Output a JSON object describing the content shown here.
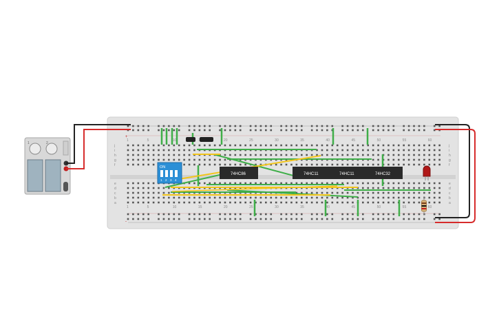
{
  "breadboard": {
    "column_numbers_top": [
      "1",
      "5",
      "10",
      "15",
      "20",
      "25",
      "30",
      "35",
      "40",
      "45",
      "50",
      "55",
      "60"
    ],
    "column_numbers_bottom": [
      "1",
      "5",
      "10",
      "15",
      "20",
      "25",
      "30",
      "35",
      "40",
      "45",
      "50",
      "55",
      "60"
    ],
    "row_letters_top": [
      "j",
      "i",
      "h",
      "g",
      "f"
    ],
    "row_letters_bottom": [
      "e",
      "d",
      "c",
      "b",
      "a"
    ],
    "rail_plus_top": "+",
    "rail_minus_bottom": "-"
  },
  "chips": [
    {
      "label": "74HC86"
    },
    {
      "label": "74HC11"
    },
    {
      "label": "74HC11"
    },
    {
      "label": "74HC32"
    }
  ],
  "dip_switch": {
    "on_label": "ON",
    "switch_numbers": [
      "1",
      "2",
      "3",
      "4"
    ]
  },
  "battery": {
    "terminal_labels": [
      "1",
      "2"
    ]
  },
  "colors": {
    "wire_green": "#3fae49",
    "wire_yellow": "#f2c51a",
    "wire_red": "#d62b2b",
    "wire_black": "#222222",
    "chip_body": "#2a2a2a",
    "dip_switch": "#2c8fd6",
    "led": "#b01818",
    "breadboard": "#e3e3e3"
  }
}
